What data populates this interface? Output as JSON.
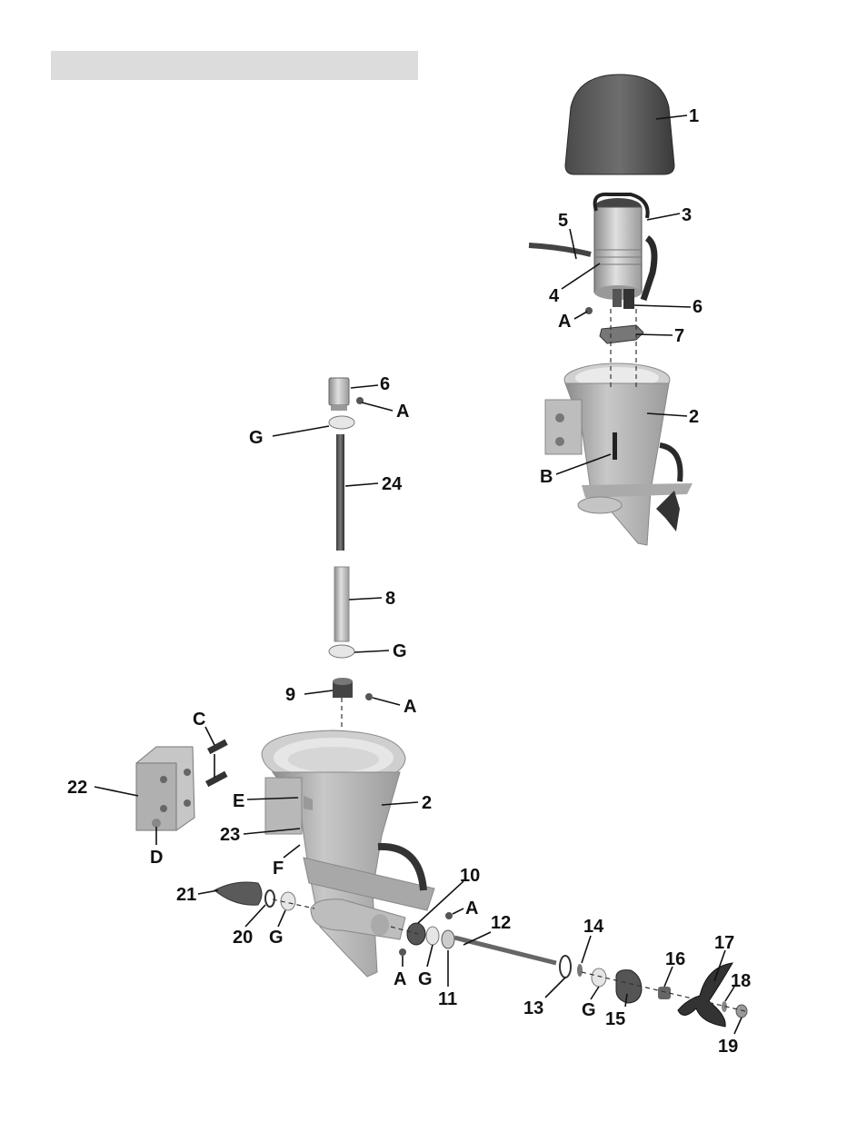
{
  "diagram": {
    "title_bar_text": "",
    "labels": {
      "l1": "1",
      "l2_top": "2",
      "l3": "3",
      "l4": "4",
      "l5": "5",
      "l6_top": "6",
      "l7": "7",
      "lA_top": "A",
      "lB": "B",
      "l6": "6",
      "lA_6": "A",
      "lG_top": "G",
      "l24": "24",
      "l8": "8",
      "lG_mid": "G",
      "l9": "9",
      "lA_9": "A",
      "lC": "C",
      "l22": "22",
      "lE": "E",
      "l2": "2",
      "l23": "23",
      "lD": "D",
      "lF": "F",
      "l21": "21",
      "l20": "20",
      "lG_20": "G",
      "l10": "10",
      "lA_12": "A",
      "l12": "12",
      "lA_10": "A",
      "lG_10": "G",
      "l11": "11",
      "l14": "14",
      "l13": "13",
      "lG_15": "G",
      "l15": "15",
      "l16": "16",
      "l17": "17",
      "l18": "18",
      "l19": "19"
    }
  }
}
